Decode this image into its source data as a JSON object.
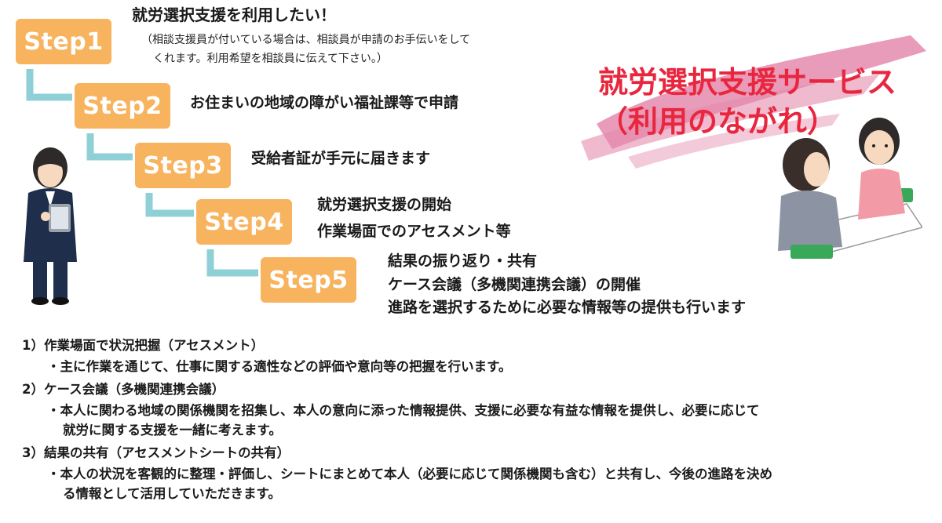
{
  "steps": [
    {
      "label": "Step1",
      "lines": [
        "就労選択支援を利用したい！"
      ],
      "notes": [
        "（相談支援員が付いている場合は、相談員が申請のお手伝いをして",
        "くれます。利用希望を相談員に伝えて下さい。）"
      ]
    },
    {
      "label": "Step2",
      "lines": [
        "お住まいの地域の障がい福祉課等で申請"
      ]
    },
    {
      "label": "Step3",
      "lines": [
        "受給者証が手元に届きます"
      ]
    },
    {
      "label": "Step4",
      "lines": [
        "就労選択支援の開始",
        "作業場面でのアセスメント等"
      ]
    },
    {
      "label": "Step5",
      "lines": [
        "結果の振り返り・共有",
        "ケース会議（多機関連携会議）の開催",
        "進路を選択するために必要な情報等の提供も行います"
      ]
    }
  ],
  "title": {
    "line1": "就労選択支援サービス",
    "line2": "（利用のながれ）"
  },
  "details": [
    {
      "heading": "1）作業場面で状況把握（アセスメント）",
      "body": [
        "・主に作業を通じて、仕事に関する適性などの評価や意向等の把握を行います。"
      ]
    },
    {
      "heading": "2）ケース会議（多機関連携会議）",
      "body": [
        "・本人に関わる地域の関係機関を招集し、本人の意向に添った情報提供、支援に必要な有益な情報を提供し、必要に応じて",
        "就労に関する支援を一緒に考えます。"
      ]
    },
    {
      "heading": "3）結果の共有（アセスメントシートの共有）",
      "body": [
        "・本人の状況を客観的に整理・評価し、シートにまとめて本人（必要に応じて関係機関も含む）と共有し、今後の進路を決め",
        "る情報として活用していただきます。"
      ]
    }
  ],
  "colors": {
    "step": "#f7b35e",
    "connector": "#8fd0d6",
    "title": "#e8273f",
    "brush": "#e58aae"
  }
}
